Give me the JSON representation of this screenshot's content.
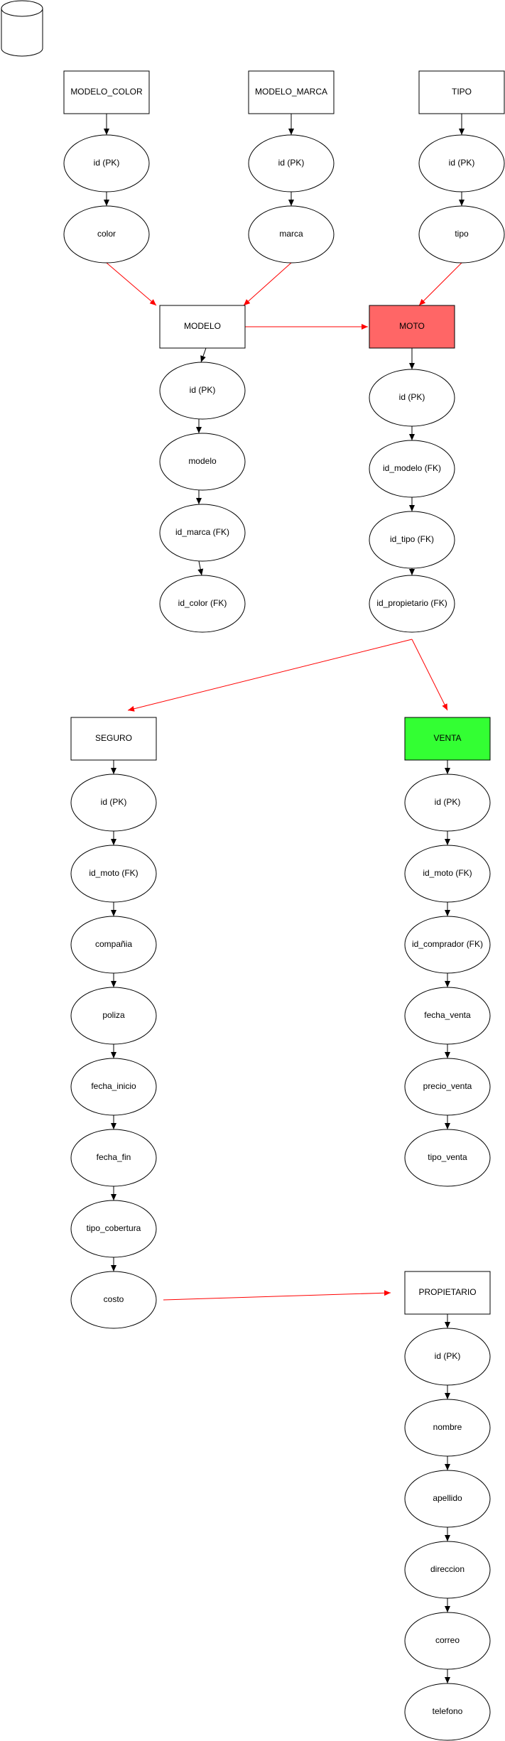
{
  "colors": {
    "stroke": "#000000",
    "relation_arrow": "#ff0000",
    "moto_fill": "#ff6666",
    "venta_fill": "#33ff33",
    "default_fill": "#ffffff"
  },
  "database_icon": "database-cylinder-icon",
  "tables": {
    "modelo_color": {
      "name": "MODELO_COLOR",
      "fields": [
        "id (PK)",
        "color"
      ]
    },
    "modelo_marca": {
      "name": "MODELO_MARCA",
      "fields": [
        "id (PK)",
        "marca"
      ]
    },
    "tipo": {
      "name": "TIPO",
      "fields": [
        "id (PK)",
        "tipo"
      ]
    },
    "modelo": {
      "name": "MODELO",
      "fields": [
        "id (PK)",
        "modelo",
        "id_marca (FK)",
        "id_color (FK)"
      ]
    },
    "moto": {
      "name": "MOTO",
      "fields": [
        "id (PK)",
        "id_modelo (FK)",
        "id_tipo (FK)",
        "id_propietario (FK)"
      ]
    },
    "seguro": {
      "name": "SEGURO",
      "fields": [
        "id (PK)",
        "id_moto (FK)",
        "compañia",
        "poliza",
        "fecha_inicio",
        "fecha_fin",
        "tipo_cobertura",
        "costo"
      ]
    },
    "venta": {
      "name": "VENTA",
      "fields": [
        "id (PK)",
        "id_moto (FK)",
        "id_comprador (FK)",
        "fecha_venta",
        "precio_venta",
        "tipo_venta"
      ]
    },
    "propietario": {
      "name": "PROPIETARIO",
      "fields": [
        "id (PK)",
        "nombre",
        "apellido",
        "direccion",
        "correo",
        "telefono"
      ]
    }
  }
}
